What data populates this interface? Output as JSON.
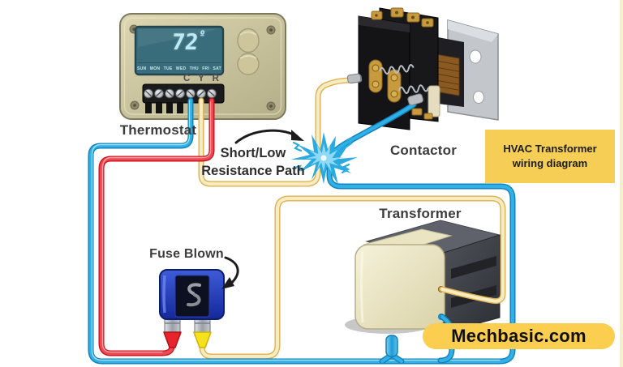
{
  "title": "HVAC Transformer wiring diagram",
  "colors": {
    "wire-blue": "#2FB0E8",
    "wire-blue-dark": "#137FB5",
    "wire-red": "#F04850",
    "wire-red-dark": "#C8121F",
    "wire-yellow": "#F6ECC3",
    "wire-yellow-dark": "#DFB14C",
    "banner-yellow": "#F6CE55",
    "pill-yellow": "#FBCE4F",
    "case-beige": "#CFC8A0",
    "lcd-teal": "#3A6D7C",
    "spark-blue": "#29ABE2"
  },
  "thermostat": {
    "label": "Thermostat",
    "display_temp": "72",
    "degree": "º",
    "days": [
      "SUN",
      "MON",
      "TUE",
      "WED",
      "THU",
      "FRI",
      "SAT"
    ],
    "terminals": [
      "C",
      "Y",
      "R"
    ]
  },
  "contactor": {
    "label": "Contactor"
  },
  "transformer": {
    "label": "Transformer"
  },
  "fuse": {
    "label": "Fuse Blown"
  },
  "fault": {
    "label_line1": "Short/Low",
    "label_line2": "Resistance Path"
  },
  "banner": {
    "text": "HVAC Transformer wiring diagram"
  },
  "watermark": {
    "text": "Mechbasic.com"
  }
}
